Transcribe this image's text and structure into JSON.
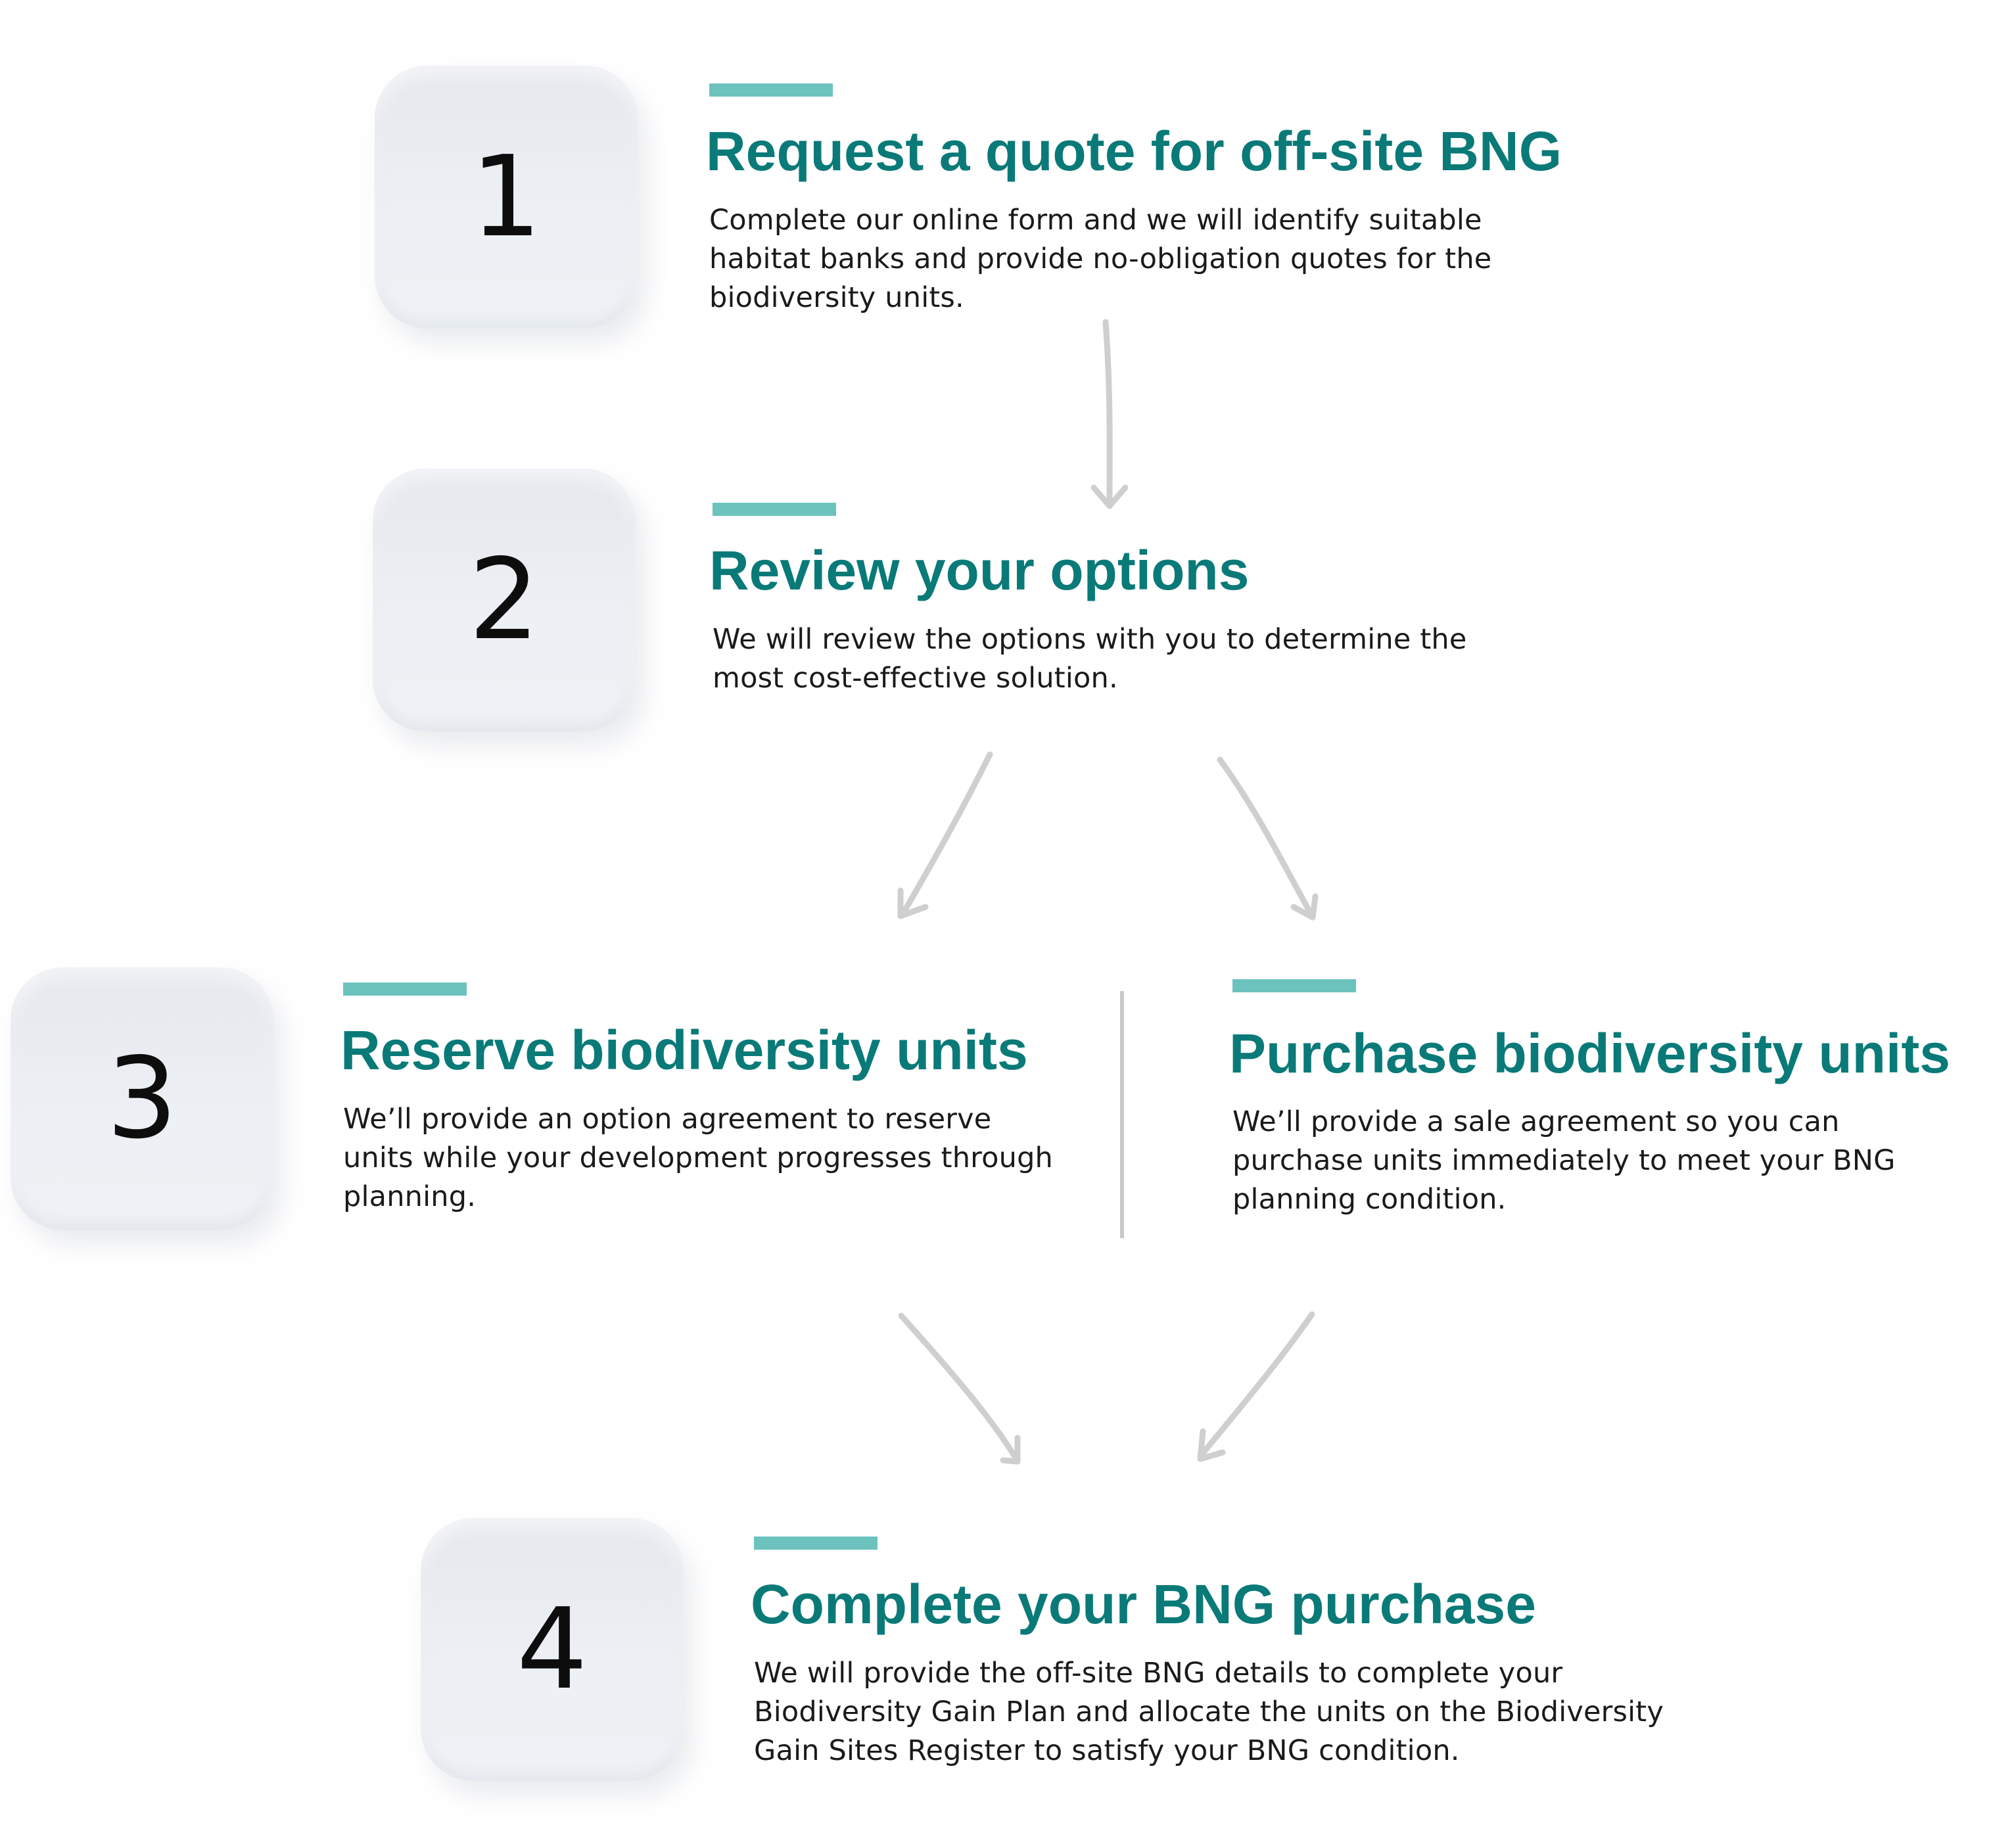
{
  "steps": [
    {
      "number": "1",
      "title": "Request a quote for off-site BNG",
      "description": "Complete our online form and we will identify suitable habitat banks and provide no-obligation quotes for the biodiversity units."
    },
    {
      "number": "2",
      "title": "Review your options",
      "description": "We will review the options with you to determine the most cost-effective solution."
    },
    {
      "number": "3",
      "title": "Reserve biodiversity units",
      "description": "We’ll provide an option agreement to reserve units while your development progresses through planning."
    },
    {
      "title": "Purchase biodiversity units",
      "description": "We’ll provide a sale agreement so you can purchase units immediately to meet your BNG planning condition."
    },
    {
      "number": "4",
      "title": "Complete your BNG purchase",
      "description": "We will provide the off-site BNG details to complete your Biodiversity Gain Plan and allocate the units on the Biodiversity Gain Sites Register to satisfy your BNG condition."
    }
  ],
  "colors": {
    "title": "#0a7a78",
    "accent_bar": "#6cc3be",
    "arrow": "#cfcfcf",
    "divider": "#c9c9c9"
  }
}
